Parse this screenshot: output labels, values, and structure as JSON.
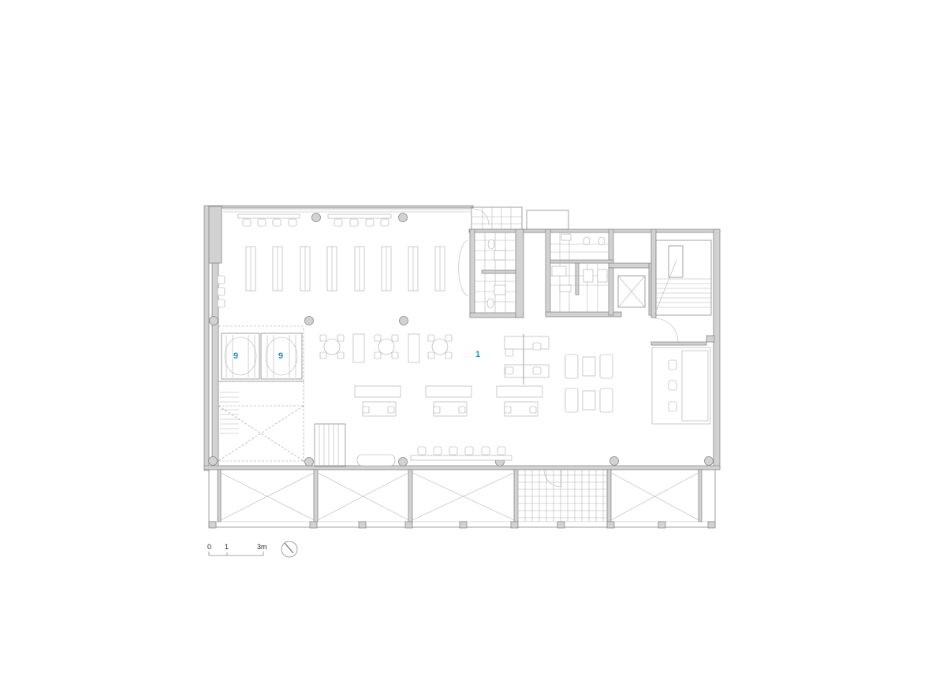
{
  "room_labels": [
    "9",
    "9",
    "1"
  ],
  "scale_bar": {
    "labels": [
      "0",
      "1",
      "3m"
    ]
  },
  "icons": {
    "north_arrow": "north-arrow-icon"
  },
  "colors": {
    "room_label": "#1d8fcb",
    "wall_fill": "#d2d2d2",
    "line": "#8a8a8a"
  }
}
